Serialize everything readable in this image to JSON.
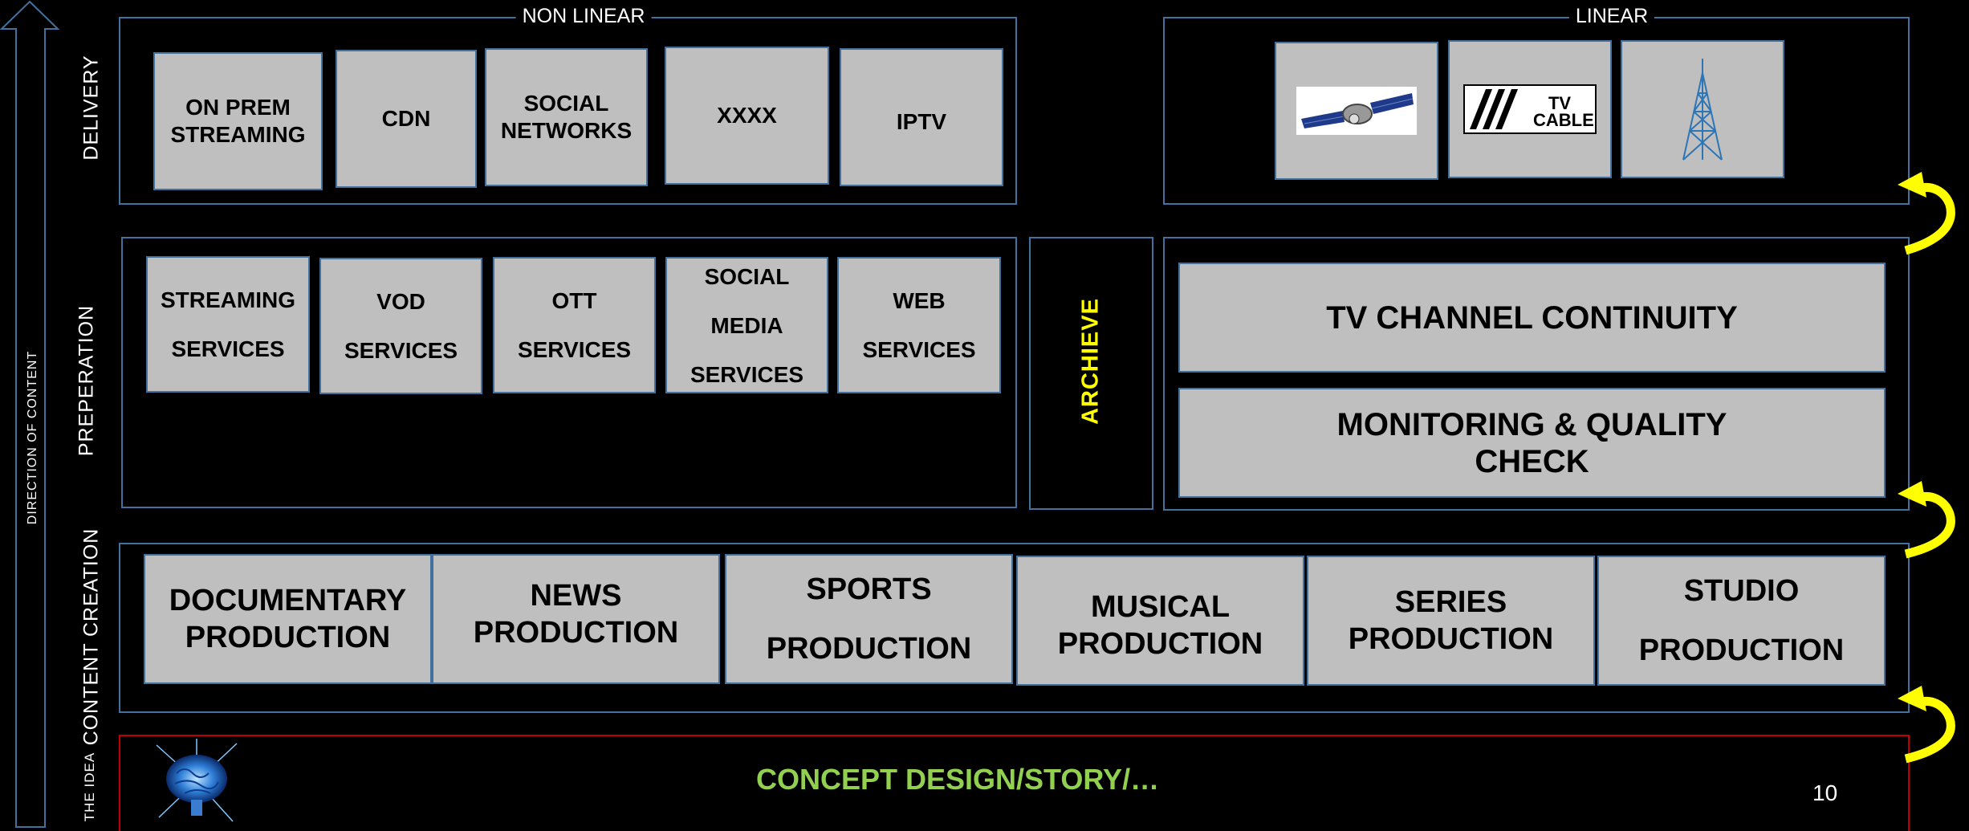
{
  "direction_label": "DIRECTION OF CONTENT",
  "sections": {
    "delivery": "DELIVERY",
    "preparation": "PREPERATION",
    "content_creation": "CONTENT CREATION",
    "idea": "THE IDEA"
  },
  "delivery": {
    "nonlinear_title": "NON LINEAR",
    "linear_title": "LINEAR",
    "nonlinear_items": [
      "ON PREM\nSTREAMING",
      "CDN",
      "SOCIAL\nNETWORKS",
      "XXXX",
      "IPTV"
    ],
    "linear_items": [
      "satellite-icon",
      "tv-cable-logo",
      "broadcast-tower-icon"
    ],
    "tv_cable_logo_text": "TV CABLE"
  },
  "preparation": {
    "services": [
      "STREAMING\nSERVICES",
      "VOD\nSERVICES",
      "OTT\nSERVICES",
      "SOCIAL\nMEDIA\nSERVICES",
      "WEB\nSERVICES"
    ],
    "archive": "ARCHIEVE",
    "tv_continuity": "TV CHANNEL CONTINUITY",
    "monitoring": "MONITORING & QUALITY\nCHECK"
  },
  "content_creation": {
    "productions": [
      "DOCUMENTARY\nPRODUCTION",
      "NEWS\nPRODUCTION",
      "SPORTS\nPRODUCTION",
      "MUSICAL\nPRODUCTION",
      "SERIES\nPRODUCTION",
      "STUDIO\nPRODUCTION"
    ]
  },
  "idea": {
    "concept": "CONCEPT DESIGN/STORY/…",
    "icon": "brain-icon"
  },
  "page_number": "10",
  "colors": {
    "frame": "#41719c",
    "box": "#bfbfbf",
    "archive_text": "#ffff00",
    "concept_text": "#92d050",
    "idea_border": "#c00000",
    "arrow": "#ffff00"
  }
}
